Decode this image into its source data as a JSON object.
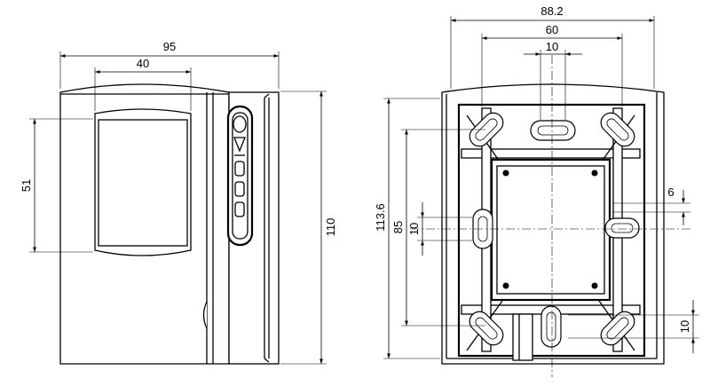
{
  "front_view": {
    "width_label": "95",
    "display_width_label": "40",
    "display_height_label": "51",
    "height_label": "110"
  },
  "back_view": {
    "overall_width_label": "88.2",
    "hole_spacing_label": "60",
    "slot_label_top": "10",
    "depth_label": "113.6",
    "vertical_spacing_label": "85",
    "slot_label_side": "10",
    "side_slot_label": "6",
    "slot_label_bottom": "10"
  }
}
